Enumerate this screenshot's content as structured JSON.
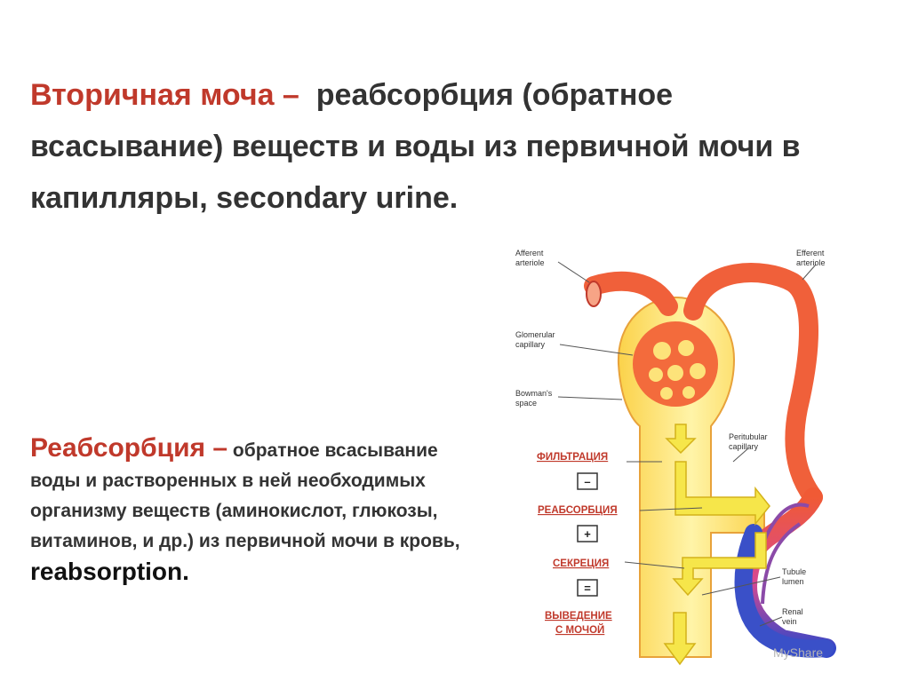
{
  "heading": {
    "highlight": "Вторичная моча –",
    "text": "реабсорбция (обратное всасывание) веществ и воды из первичной мочи в капилляры, secondary urine."
  },
  "definition": {
    "highlight": "Реабсорбция –",
    "text": "обратное всасывание воды и растворенных в ней необходимых организму веществ (аминокислот, глюкозы, витаминов, и др.) из первичной мочи в кровь,",
    "english": "reabsorption."
  },
  "diagram": {
    "labels": {
      "afferent_1": "Afferent",
      "afferent_2": "arteriole",
      "efferent_1": "Efferent",
      "efferent_2": "arteriole",
      "glomerular_1": "Glomerular",
      "glomerular_2": "capillary",
      "bowman_1": "Bowman's",
      "bowman_2": "space",
      "peritubular_1": "Peritubular",
      "peritubular_2": "capillary",
      "tubule_1": "Tubule",
      "tubule_2": "lumen",
      "renal_1": "Renal",
      "renal_2": "vein"
    },
    "steps": {
      "filtration": "ФИЛЬТРАЦИЯ",
      "minus": "–",
      "reabsorption": "РЕАБСОРБЦИЯ",
      "plus": "+",
      "secretion": "СЕКРЕЦИЯ",
      "equals": "=",
      "excretion_1": "ВЫВЕДЕНИЕ",
      "excretion_2": "С МОЧОЙ"
    },
    "watermark": "MyShare"
  },
  "colors": {
    "accent_red": "#c0392b",
    "artery": "#f0603a",
    "vein": "#3a50c8",
    "tubule": "#fde37a",
    "arrow": "#f6e64a"
  }
}
